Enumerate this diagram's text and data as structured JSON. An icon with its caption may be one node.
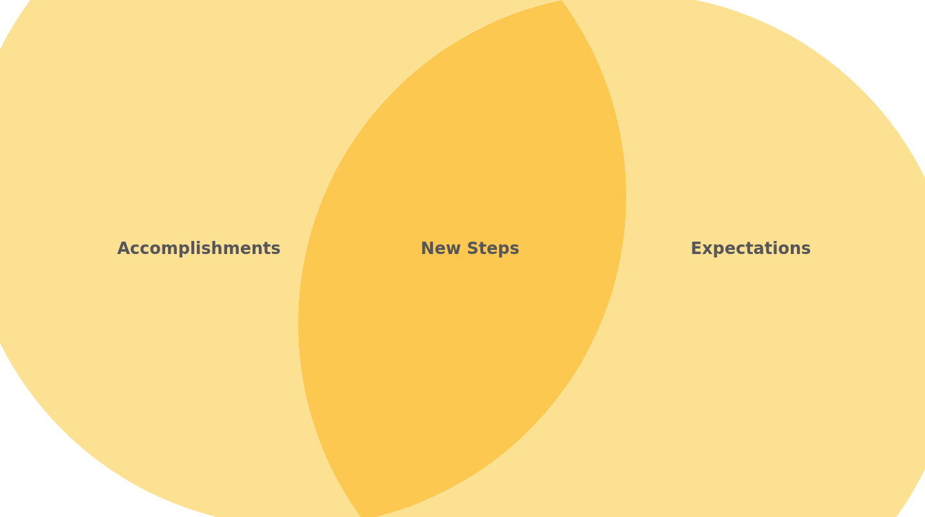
{
  "diagram": {
    "nodes": [
      {
        "text": [
          "Accomplishments"
        ]
      },
      {
        "text": [
          "New Steps"
        ]
      },
      {
        "text": [
          "Expectations"
        ]
      }
    ]
  }
}
